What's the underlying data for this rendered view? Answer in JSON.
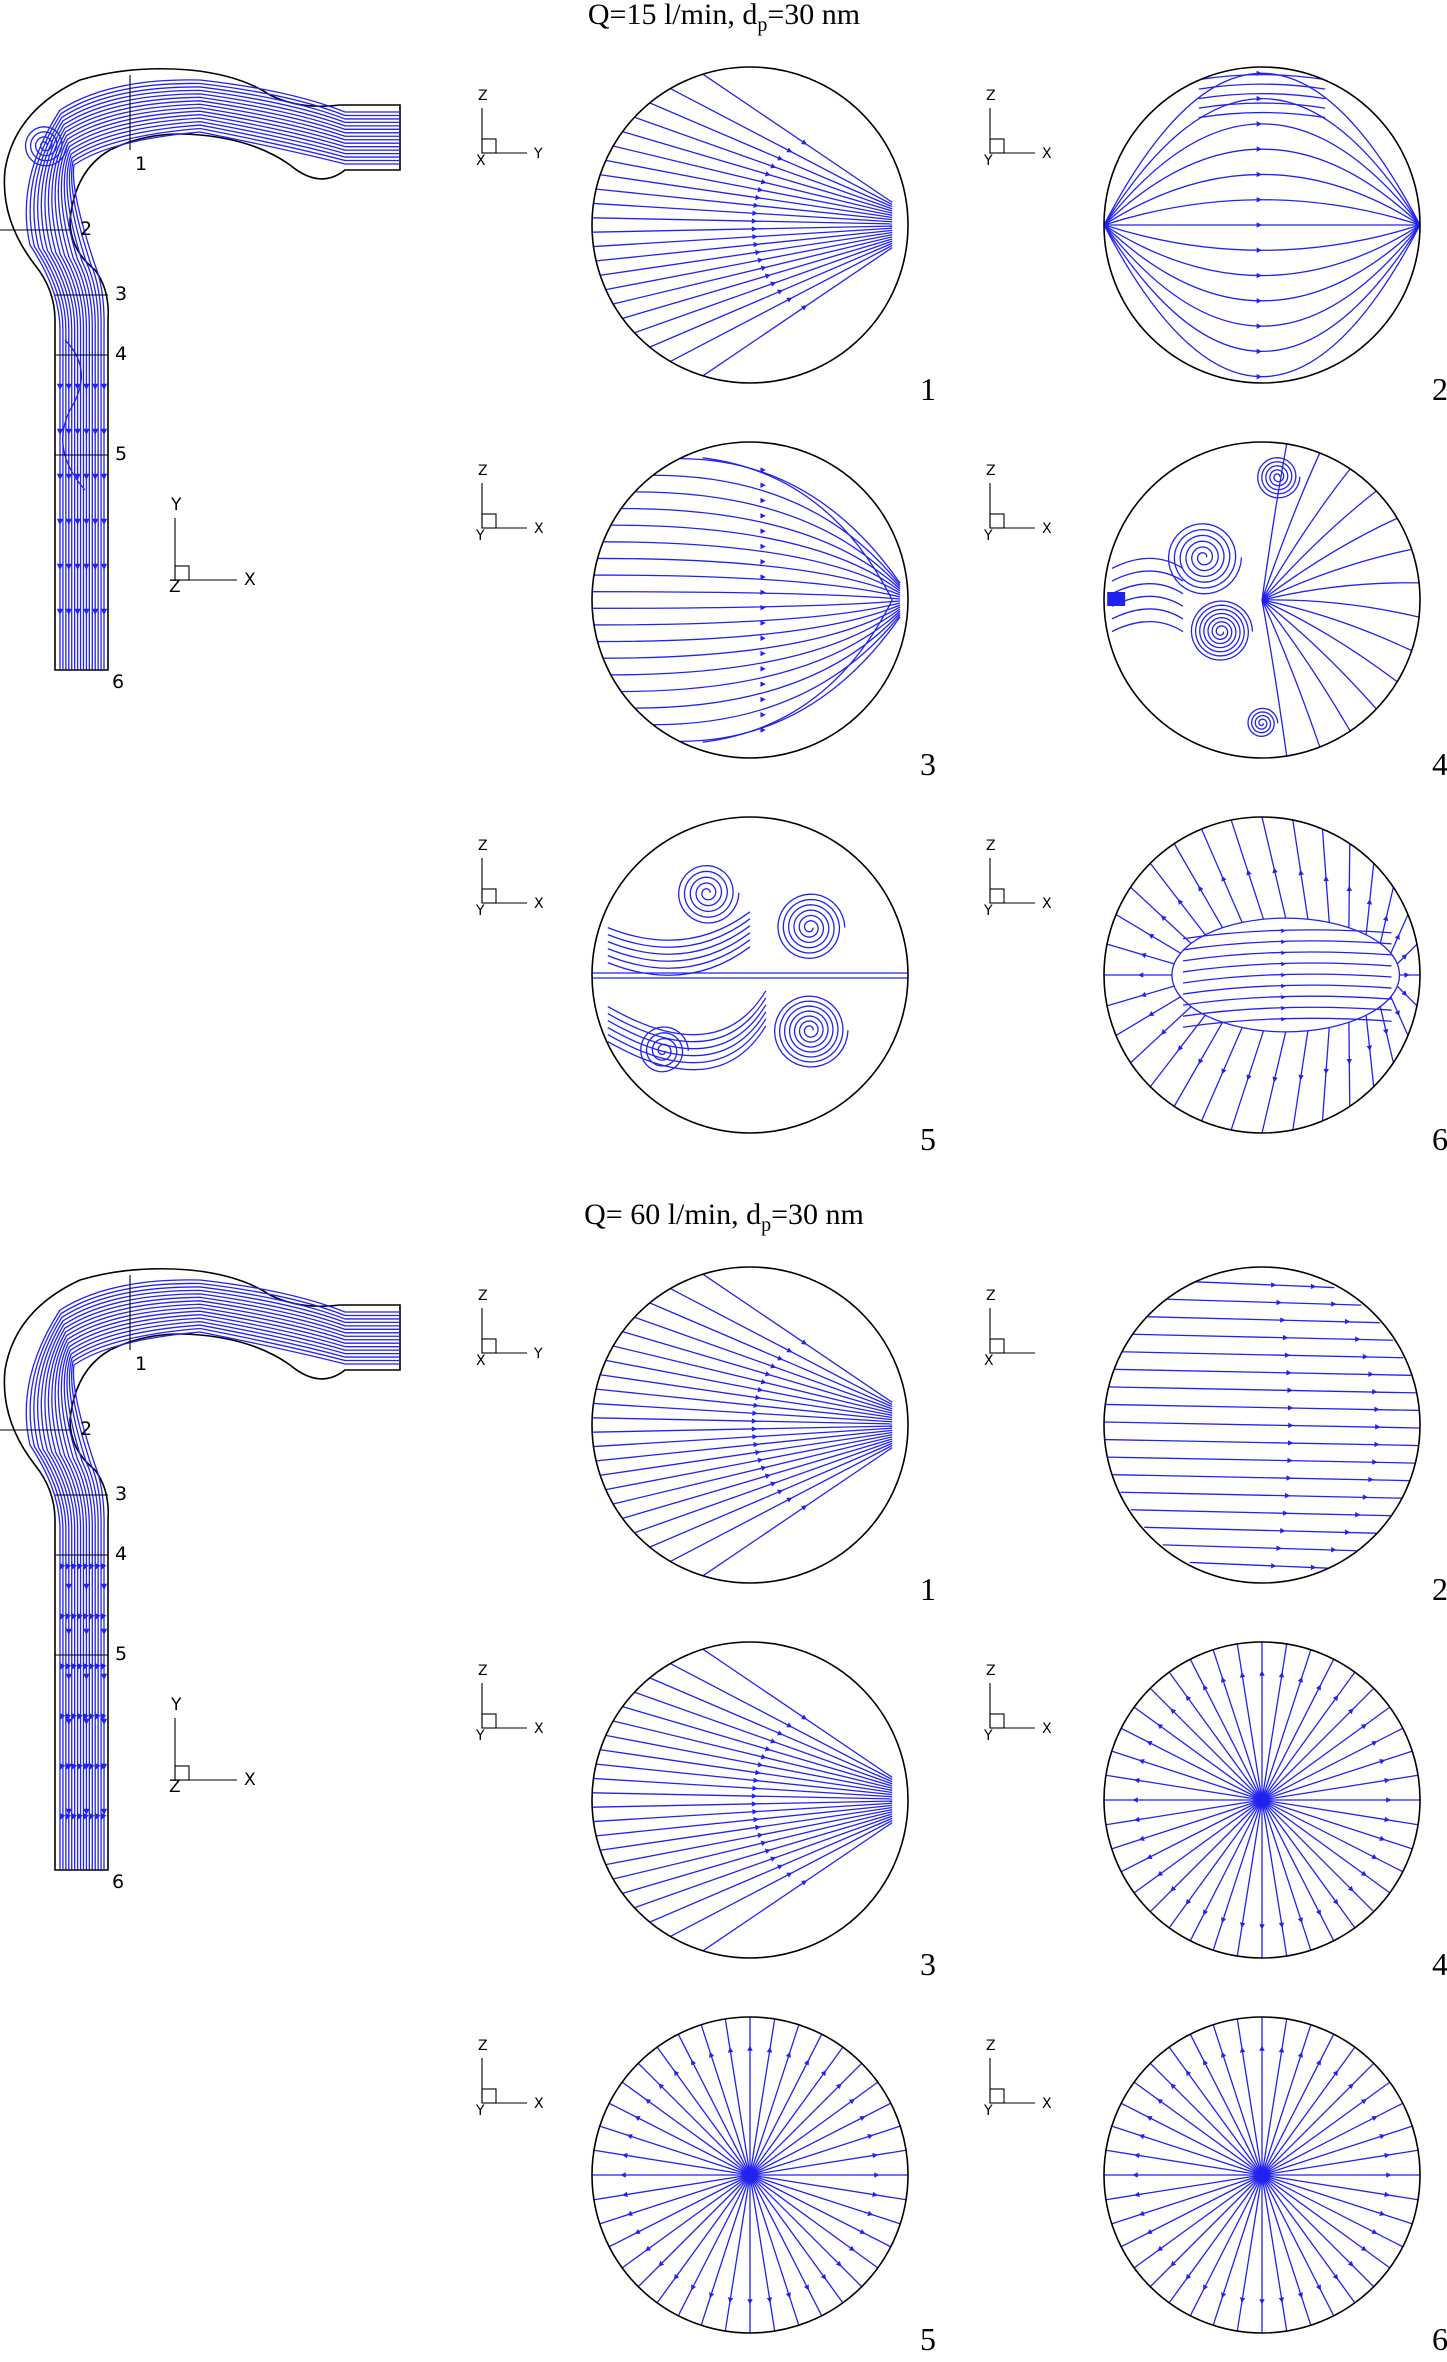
{
  "panels": [
    {
      "title_main": "Q=15 l/min, d",
      "title_sub": "p",
      "title_rest": "=30 nm",
      "pipe_labels": [
        "1",
        "2",
        "3",
        "4",
        "5",
        "6"
      ],
      "pipe_axes": {
        "vertical": "Y",
        "horizontal": "X",
        "normal": "Z"
      },
      "sections": [
        {
          "label": "1",
          "axes": {
            "up": "Z",
            "right": "Y",
            "normal": "X"
          },
          "pattern": "converge"
        },
        {
          "label": "2",
          "axes": {
            "up": "Z",
            "right": "X",
            "normal": "Y"
          },
          "pattern": "lens"
        },
        {
          "label": "3",
          "axes": {
            "up": "Z",
            "right": "X",
            "normal": "Y"
          },
          "pattern": "converge-right"
        },
        {
          "label": "4",
          "axes": {
            "up": "Z",
            "right": "X",
            "normal": "Y"
          },
          "pattern": "vortex"
        },
        {
          "label": "5",
          "axes": {
            "up": "Z",
            "right": "X",
            "normal": "Y"
          },
          "pattern": "quad-vortex"
        },
        {
          "label": "6",
          "axes": {
            "up": "Z",
            "right": "X",
            "normal": "Y"
          },
          "pattern": "ring"
        }
      ]
    },
    {
      "title_main": "Q= 60 l/min, d",
      "title_sub": "p",
      "title_rest": "=30 nm",
      "pipe_labels": [
        "1",
        "2",
        "3",
        "4",
        "5",
        "6"
      ],
      "pipe_axes": {
        "vertical": "Y",
        "horizontal": "X",
        "normal": "Z"
      },
      "sections": [
        {
          "label": "1",
          "axes": {
            "up": "Z",
            "right": "Y",
            "normal": "X"
          },
          "pattern": "converge"
        },
        {
          "label": "2",
          "axes": {
            "up": "Z",
            "right": "",
            "normal": "X"
          },
          "pattern": "parallel"
        },
        {
          "label": "3",
          "axes": {
            "up": "Z",
            "right": "X",
            "normal": "Y"
          },
          "pattern": "converge"
        },
        {
          "label": "4",
          "axes": {
            "up": "Z",
            "right": "X",
            "normal": "Y"
          },
          "pattern": "radial"
        },
        {
          "label": "5",
          "axes": {
            "up": "Z",
            "right": "X",
            "normal": "Y"
          },
          "pattern": "radial"
        },
        {
          "label": "6",
          "axes": {
            "up": "Z",
            "right": "X",
            "normal": "Y"
          },
          "pattern": "radial"
        }
      ]
    }
  ],
  "colors": {
    "streamline": "#2222ee",
    "outline": "#000000"
  }
}
